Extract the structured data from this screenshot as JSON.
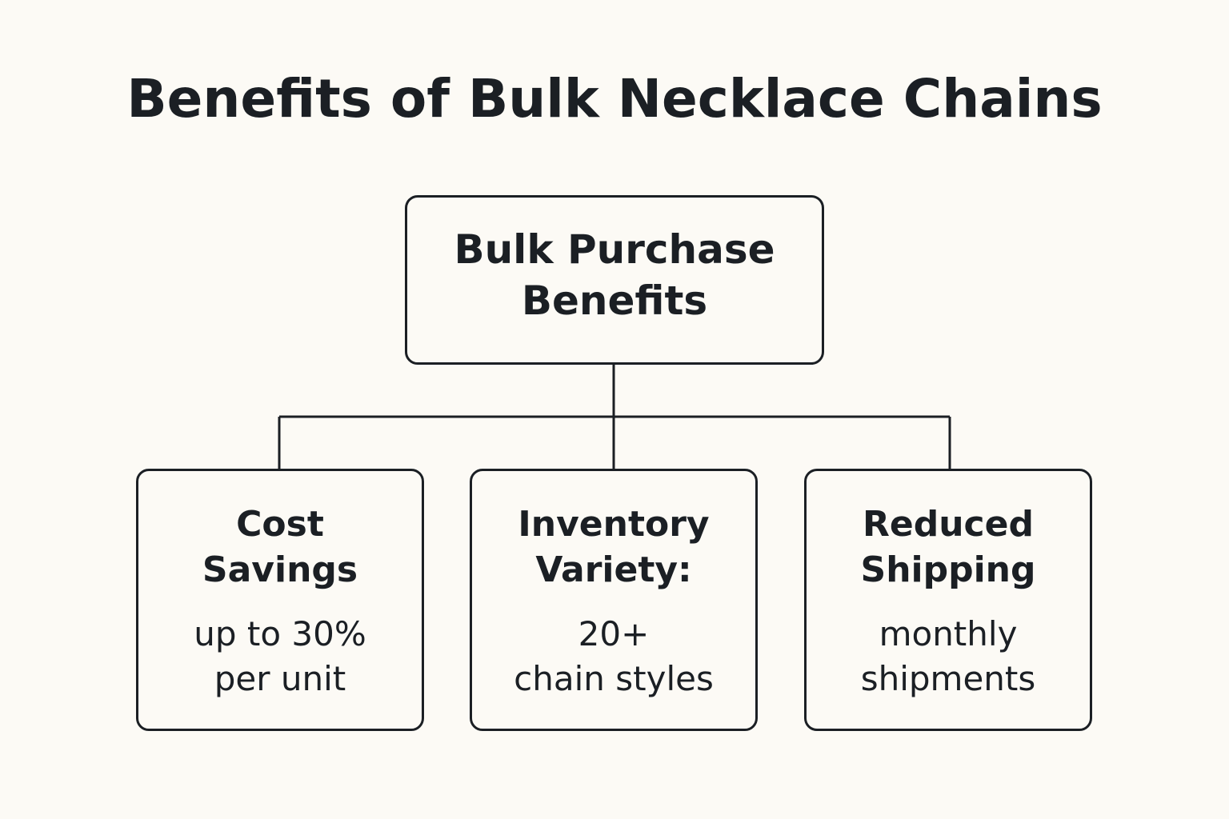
{
  "title": "Benefits of Bulk Necklace Chains",
  "root": {
    "lines": [
      "Bulk Purchase",
      "Benefits"
    ]
  },
  "benefits": [
    {
      "heading": [
        "Cost",
        "Savings"
      ],
      "detail": [
        "up to 30%",
        "per unit"
      ]
    },
    {
      "heading": [
        "Inventory",
        "Variety:"
      ],
      "detail": [
        "20+",
        "chain styles"
      ]
    },
    {
      "heading": [
        "Reduced",
        "Shipping"
      ],
      "detail": [
        "monthly",
        "shipments"
      ]
    }
  ],
  "colors": {
    "background": "#fcfaf5",
    "ink": "#1b1f24"
  }
}
